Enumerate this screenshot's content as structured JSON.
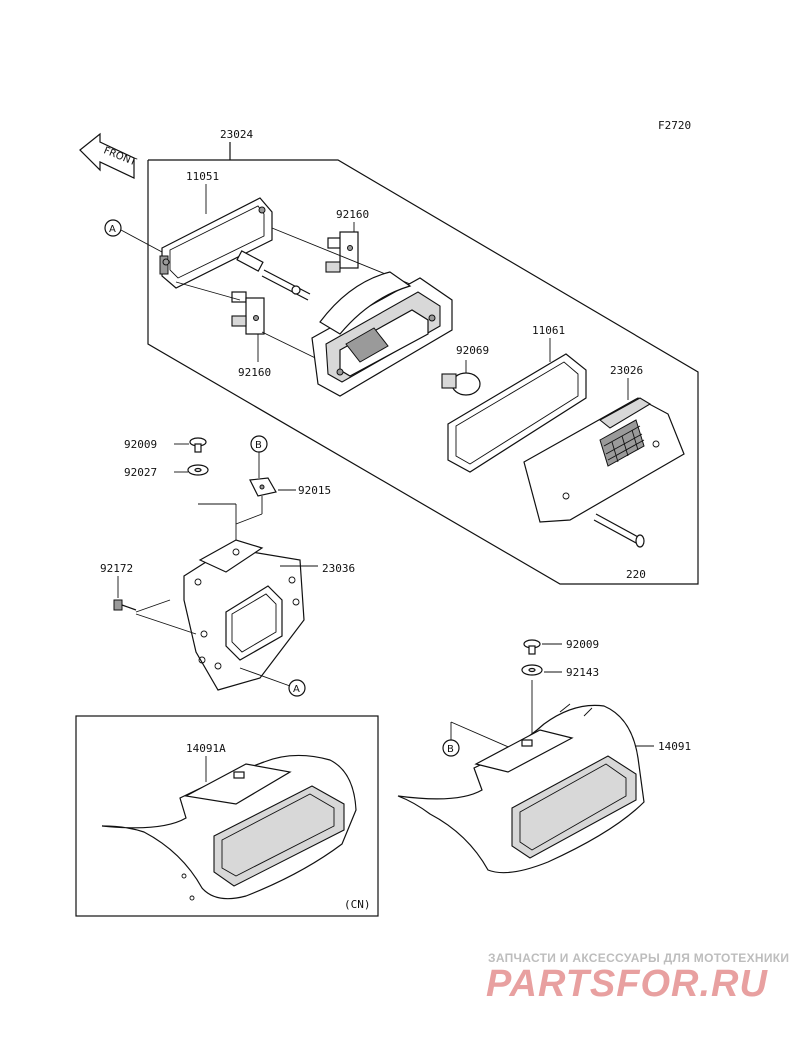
{
  "diagram_code": "F2720",
  "front_arrow": "FRONT",
  "parts": {
    "p23024": "23024",
    "p11051": "11051",
    "p92160_top": "92160",
    "p92160_bottom": "92160",
    "p92069": "92069",
    "p11061": "11061",
    "p23026": "23026",
    "p220": "220",
    "p92009_left": "92009",
    "p92027": "92027",
    "p92015": "92015",
    "p23036": "23036",
    "p92172": "92172",
    "p14091A": "14091A",
    "p92009_right": "92009",
    "p92143": "92143",
    "p14091": "14091"
  },
  "refs": {
    "a_top": "A",
    "a_bottom": "A",
    "b_top": "B",
    "b_bottom": "B"
  },
  "variant_note": "(CN)",
  "watermark": {
    "tagline": "ЗАПЧАСТИ И АКСЕССУАРЫ ДЛЯ МОТОТЕХНИКИ",
    "logo": "PARTSFOR.RU"
  }
}
